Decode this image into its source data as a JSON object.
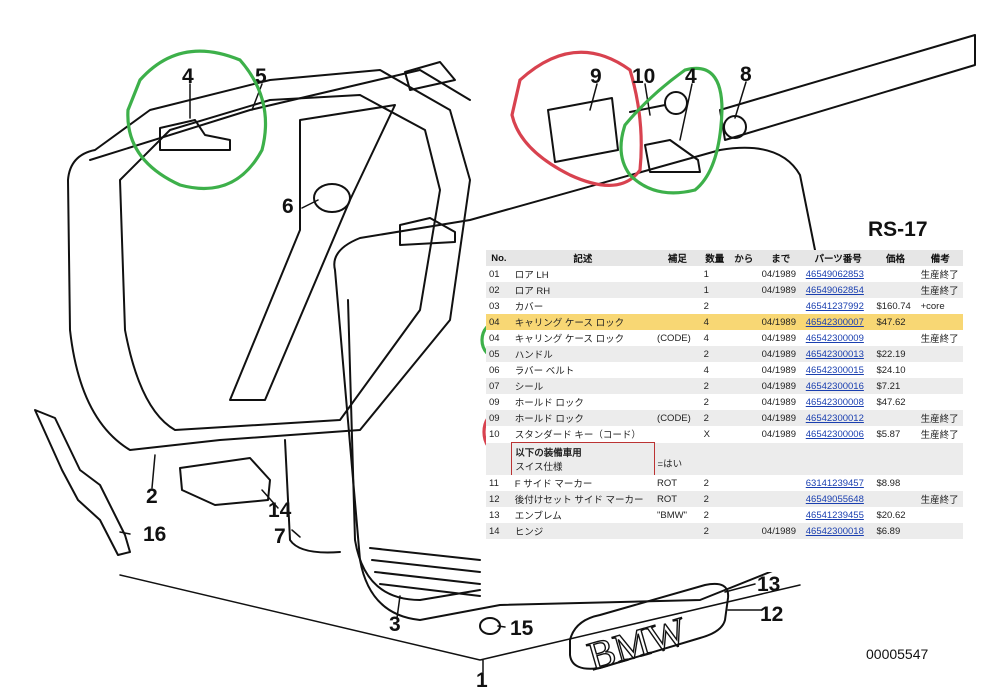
{
  "diagram": {
    "model_code": "RS-17",
    "drawing_number": "00005547",
    "emblem_text": "BMW",
    "callouts": [
      {
        "id": "c4a",
        "label": "4"
      },
      {
        "id": "c5",
        "label": "5"
      },
      {
        "id": "c9",
        "label": "9"
      },
      {
        "id": "c10",
        "label": "10"
      },
      {
        "id": "c4b",
        "label": "4"
      },
      {
        "id": "c8",
        "label": "8"
      },
      {
        "id": "c6",
        "label": "6"
      },
      {
        "id": "c2",
        "label": "2"
      },
      {
        "id": "c16",
        "label": "16"
      },
      {
        "id": "c14",
        "label": "14"
      },
      {
        "id": "c7",
        "label": "7"
      },
      {
        "id": "c3",
        "label": "3"
      },
      {
        "id": "c15",
        "label": "15"
      },
      {
        "id": "c1",
        "label": "1"
      },
      {
        "id": "c13",
        "label": "13"
      },
      {
        "id": "c12",
        "label": "12"
      }
    ],
    "markup_colors": {
      "green": "#3db04a",
      "red": "#d8424f",
      "highlight": "#f8d774",
      "link": "#1a3fb0"
    }
  },
  "parts_table": {
    "headers": [
      "No.",
      "記述",
      "補足",
      "数量",
      "から",
      "まで",
      "パーツ番号",
      "価格",
      "備考"
    ],
    "rows": [
      {
        "no": "01",
        "desc": "ロア LH",
        "sup": "",
        "qty": "1",
        "from": "",
        "to": "04/1989",
        "pn": "46549062853",
        "price": "",
        "rem": "生産終了",
        "style": ""
      },
      {
        "no": "02",
        "desc": "ロア RH",
        "sup": "",
        "qty": "1",
        "from": "",
        "to": "04/1989",
        "pn": "46549062854",
        "price": "",
        "rem": "生産終了",
        "style": "alt"
      },
      {
        "no": "03",
        "desc": "カバー",
        "sup": "",
        "qty": "2",
        "from": "",
        "to": "",
        "pn": "46541237992",
        "price": "$160.74",
        "rem": "+core",
        "style": ""
      },
      {
        "no": "04",
        "desc": "キャリング ケース ロック",
        "sup": "",
        "qty": "4",
        "from": "",
        "to": "04/1989",
        "pn": "46542300007",
        "price": "$47.62",
        "rem": "",
        "style": "hl"
      },
      {
        "no": "04",
        "desc": "キャリング ケース ロック",
        "sup": "(CODE)",
        "qty": "4",
        "from": "",
        "to": "04/1989",
        "pn": "46542300009",
        "price": "",
        "rem": "生産終了",
        "style": ""
      },
      {
        "no": "05",
        "desc": "ハンドル",
        "sup": "",
        "qty": "2",
        "from": "",
        "to": "04/1989",
        "pn": "46542300013",
        "price": "$22.19",
        "rem": "",
        "style": "alt"
      },
      {
        "no": "06",
        "desc": "ラバー ベルト",
        "sup": "",
        "qty": "4",
        "from": "",
        "to": "04/1989",
        "pn": "46542300015",
        "price": "$24.10",
        "rem": "",
        "style": ""
      },
      {
        "no": "07",
        "desc": "シール",
        "sup": "",
        "qty": "2",
        "from": "",
        "to": "04/1989",
        "pn": "46542300016",
        "price": "$7.21",
        "rem": "",
        "style": "alt"
      },
      {
        "no": "09",
        "desc": "ホールド ロック",
        "sup": "",
        "qty": "2",
        "from": "",
        "to": "04/1989",
        "pn": "46542300008",
        "price": "$47.62",
        "rem": "",
        "style": ""
      },
      {
        "no": "09",
        "desc": "ホールド ロック",
        "sup": "(CODE)",
        "qty": "2",
        "from": "",
        "to": "04/1989",
        "pn": "46542300012",
        "price": "",
        "rem": "生産終了",
        "style": "alt"
      },
      {
        "no": "10",
        "desc": "スタンダード キー（コード）",
        "sup": "",
        "qty": "X",
        "from": "",
        "to": "04/1989",
        "pn": "46542300006",
        "price": "$5.87",
        "rem": "生産終了",
        "style": ""
      }
    ],
    "note": {
      "title": "以下の装備車用",
      "line": "スイス仕様",
      "value": "=はい"
    },
    "rows2": [
      {
        "no": "11",
        "desc": "F サイド マーカー",
        "sup": "ROT",
        "qty": "2",
        "from": "",
        "to": "",
        "pn": "63141239457",
        "price": "$8.98",
        "rem": "",
        "style": ""
      },
      {
        "no": "12",
        "desc": "後付けセット サイド マーカー",
        "sup": "ROT",
        "qty": "2",
        "from": "",
        "to": "",
        "pn": "46549055648",
        "price": "",
        "rem": "生産終了",
        "style": "alt"
      },
      {
        "no": "13",
        "desc": "エンブレム",
        "sup": "\"BMW\"",
        "qty": "2",
        "from": "",
        "to": "",
        "pn": "46541239455",
        "price": "$20.62",
        "rem": "",
        "style": ""
      },
      {
        "no": "14",
        "desc": "ヒンジ",
        "sup": "",
        "qty": "2",
        "from": "",
        "to": "04/1989",
        "pn": "46542300018",
        "price": "$6.89",
        "rem": "",
        "style": "alt"
      }
    ]
  }
}
